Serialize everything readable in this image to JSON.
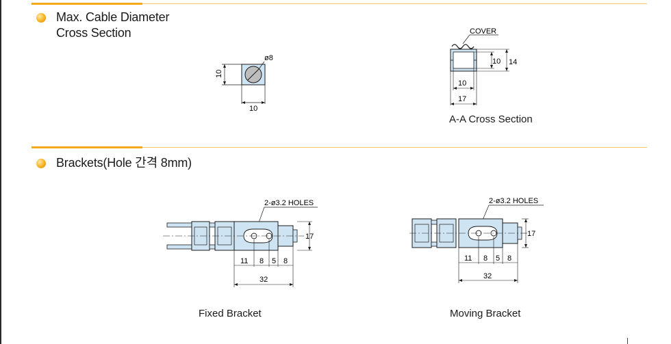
{
  "section_cross": {
    "title_line1": "Max. Cable Diameter",
    "title_line2": "Cross Section"
  },
  "cable_diagram": {
    "diameter": "ø8",
    "height": "10",
    "width": "10"
  },
  "aa_diagram": {
    "cover": "COVER",
    "inner_height": "10",
    "outer_height": "14",
    "inner_width": "10",
    "outer_width": "17",
    "caption": "A-A Cross Section"
  },
  "section_brackets": {
    "title": "Brackets(Hole 간격 8mm)"
  },
  "fixed_bracket": {
    "holes": "2-ø3.2 HOLES",
    "height": "17",
    "dims": [
      "11",
      "8",
      "5",
      "8"
    ],
    "total": "32",
    "caption": "Fixed Bracket"
  },
  "moving_bracket": {
    "holes": "2-ø3.2 HOLES",
    "height": "17",
    "dims": [
      "11",
      "8",
      "5",
      "8"
    ],
    "total": "32",
    "caption": "Moving Bracket"
  },
  "colors": {
    "accent_orange": "#f5a81c",
    "part_fill": "#cfe4f2"
  }
}
